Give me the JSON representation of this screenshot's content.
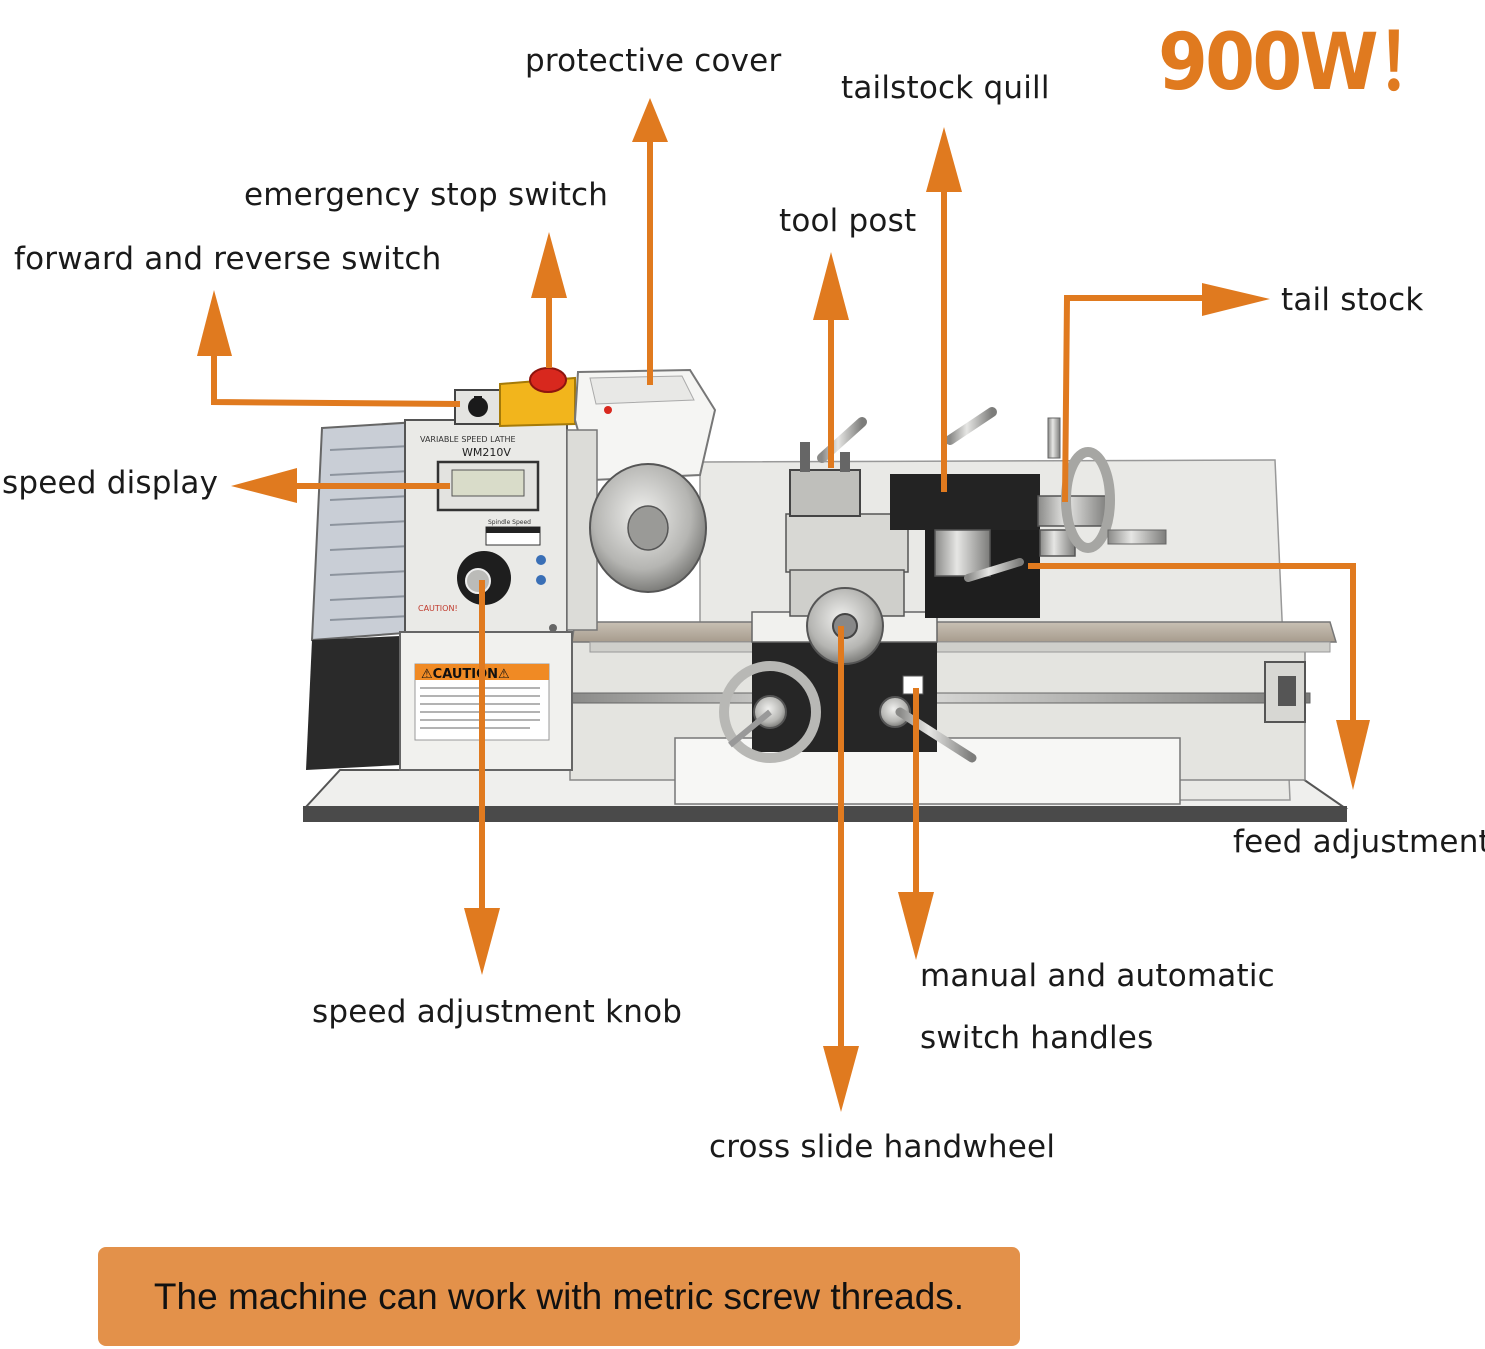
{
  "headline": "900W！",
  "labels": {
    "protective_cover": "protective cover",
    "tailstock_quill": "tailstock quill",
    "emergency_stop": "emergency stop switch",
    "tool_post": "tool post",
    "forward_reverse": "forward and reverse switch",
    "tail_stock": "tail stock",
    "speed_display": "speed display",
    "feed_adjustment": "feed adjustment",
    "manual_auto_1": "manual and automatic",
    "manual_auto_2": "switch handles",
    "speed_knob": "speed adjustment knob",
    "cross_slide": "cross slide handwheel"
  },
  "panel": {
    "model_header": "VARIABLE SPEED LATHE",
    "model": "WM210V",
    "spindle_speed": "Spindle Speed",
    "caution_small": "CAUTION!",
    "caution_big": "⚠CAUTION⚠"
  },
  "footnote": "The machine can work with metric screw threads.",
  "colors": {
    "accent": "#e07a1f",
    "note_bg": "#e3914a",
    "emergency_red": "#d8281e",
    "switch_yellow": "#f2b51c"
  }
}
